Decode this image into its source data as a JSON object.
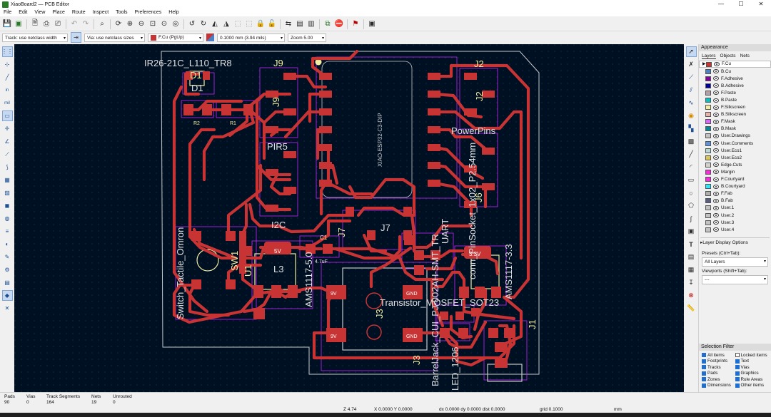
{
  "window": {
    "title": "XiaoBoard2 — PCB Editor",
    "controls": [
      "—",
      "☐",
      "✕"
    ]
  },
  "menu": [
    "File",
    "Edit",
    "View",
    "Place",
    "Route",
    "Inspect",
    "Tools",
    "Preferences",
    "Help"
  ],
  "options": {
    "track": "Track: use netclass width",
    "via": "Via: use netclass sizes",
    "layer": "F.Cu (PgUp)",
    "grid": "0.1000 mm (3.94 mils)",
    "zoom": "Zoom 5.00"
  },
  "left_tools": [
    "mil",
    "in"
  ],
  "panel": {
    "title": "Appearance",
    "tabs": [
      "Layers",
      "Objects",
      "Nets"
    ],
    "layers": [
      {
        "name": "F.Cu",
        "color": "#c83434"
      },
      {
        "name": "B.Cu",
        "color": "#4d7fc4"
      },
      {
        "name": "F.Adhesive",
        "color": "#84009e"
      },
      {
        "name": "B.Adhesive",
        "color": "#0000a0"
      },
      {
        "name": "F.Paste",
        "color": "#b4a0a4"
      },
      {
        "name": "B.Paste",
        "color": "#00c2c2"
      },
      {
        "name": "F.Silkscreen",
        "color": "#f2eda1"
      },
      {
        "name": "B.Silkscreen",
        "color": "#e8b2a7"
      },
      {
        "name": "F.Mask",
        "color": "#d864ff"
      },
      {
        "name": "B.Mask",
        "color": "#028a9a"
      },
      {
        "name": "User.Drawings",
        "color": "#c2c2c2"
      },
      {
        "name": "User.Comments",
        "color": "#5994dc"
      },
      {
        "name": "User.Eco1",
        "color": "#b4dbd2"
      },
      {
        "name": "User.Eco2",
        "color": "#d8c852"
      },
      {
        "name": "Edge.Cuts",
        "color": "#d0d2cd"
      },
      {
        "name": "Margin",
        "color": "#ff26e2"
      },
      {
        "name": "F.Courtyard",
        "color": "#ff26e2"
      },
      {
        "name": "B.Courtyard",
        "color": "#26e9ff"
      },
      {
        "name": "F.Fab",
        "color": "#afafaf"
      },
      {
        "name": "B.Fab",
        "color": "#585d84"
      },
      {
        "name": "User.1",
        "color": "#c2c2c2"
      },
      {
        "name": "User.2",
        "color": "#c2c2c2"
      },
      {
        "name": "User.3",
        "color": "#c2c2c2"
      },
      {
        "name": "User.4",
        "color": "#c2c2c2"
      }
    ],
    "layer_display_options": "Layer Display Options",
    "presets_label": "Presets (Ctrl+Tab):",
    "presets_value": "All Layers",
    "viewports_label": "Viewports (Shift+Tab):",
    "viewports_value": "---"
  },
  "selection_filter": {
    "title": "Selection Filter",
    "items": [
      {
        "label": "All items",
        "checked": true
      },
      {
        "label": "Locked items",
        "checked": false
      },
      {
        "label": "Footprints",
        "checked": true
      },
      {
        "label": "Text",
        "checked": true
      },
      {
        "label": "Tracks",
        "checked": true
      },
      {
        "label": "Vias",
        "checked": true
      },
      {
        "label": "Pads",
        "checked": true
      },
      {
        "label": "Graphics",
        "checked": true
      },
      {
        "label": "Zones",
        "checked": true
      },
      {
        "label": "Rule Areas",
        "checked": true
      },
      {
        "label": "Dimensions",
        "checked": true
      },
      {
        "label": "Other items",
        "checked": true
      }
    ]
  },
  "status": {
    "pads_label": "Pads",
    "pads": "90",
    "vias_label": "Vias",
    "vias": "0",
    "tracks_label": "Track Segments",
    "tracks": "164",
    "nets_label": "Nets",
    "nets": "19",
    "unrouted_label": "Unrouted",
    "unrouted": "0",
    "z": "Z 4.74",
    "xy": "X 0.0000  Y 0.0000",
    "dxdy": "dx 0.0000  dy 0.0000  dist 0.0000",
    "grid": "grid 0.1000",
    "units": "mm"
  },
  "board": {
    "labels": {
      "ir": "IR26-21C_L110_TR8",
      "j9": "J9",
      "j2": "J2",
      "j6": "J6",
      "j7": "J7",
      "j3": "J3",
      "j1": "J1",
      "d1": "D1",
      "r2": "R2",
      "r1": "R1",
      "l3": "L3",
      "c1": "C1",
      "pir": "PIR5",
      "i2c": "I2C",
      "power": "PowerPins",
      "uart": "UART",
      "xiao": "XIAO-ESP32-C3-DIP",
      "switch": "Switch_Tactile_Omron",
      "ams": "AMS1117-5.0",
      "ams33": "AMS1117-3.3",
      "transistor": "Transistor_MOSFET_SOT23",
      "conn": "conn_PinSocket_1x02_P2.54mm",
      "barrel": "BarrelJack_CUI_PJ-002AH-SMT_TR",
      "led": "LED_1206",
      "v5": "5V",
      "v9": "9V",
      "v33": "3.3V",
      "gnd": "GND",
      "c_val": "4.7uF",
      "sw1": "SW1",
      "u1": "U1"
    }
  }
}
